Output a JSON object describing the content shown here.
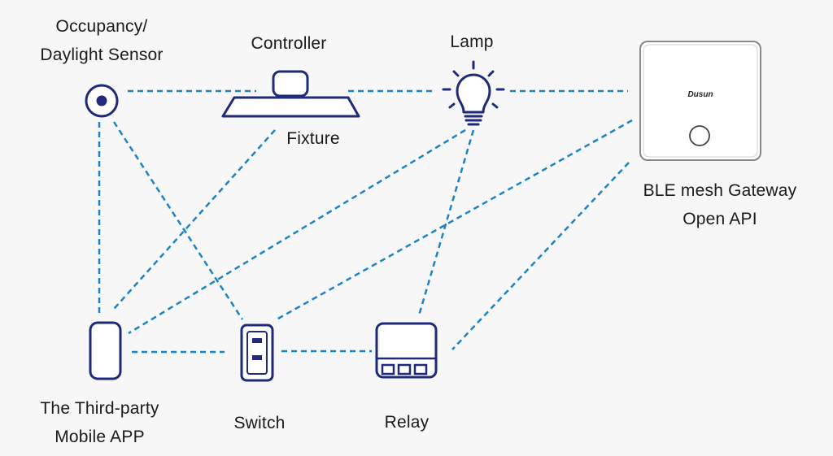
{
  "nodes": {
    "sensor": {
      "lines": [
        "Occupancy/",
        "Daylight Sensor"
      ]
    },
    "controller": {
      "label": "Controller"
    },
    "fixture": {
      "label": "Fixture"
    },
    "lamp": {
      "label": "Lamp"
    },
    "gateway": {
      "lines": [
        "BLE mesh Gateway",
        "Open API"
      ],
      "brand": "Dusun"
    },
    "app": {
      "lines": [
        "The Third-party",
        "Mobile APP"
      ]
    },
    "switch": {
      "label": "Switch"
    },
    "relay": {
      "label": "Relay"
    }
  },
  "colors": {
    "link": "#1d83c4",
    "device": "#1f2a7a",
    "background": "#f7f7f7"
  }
}
